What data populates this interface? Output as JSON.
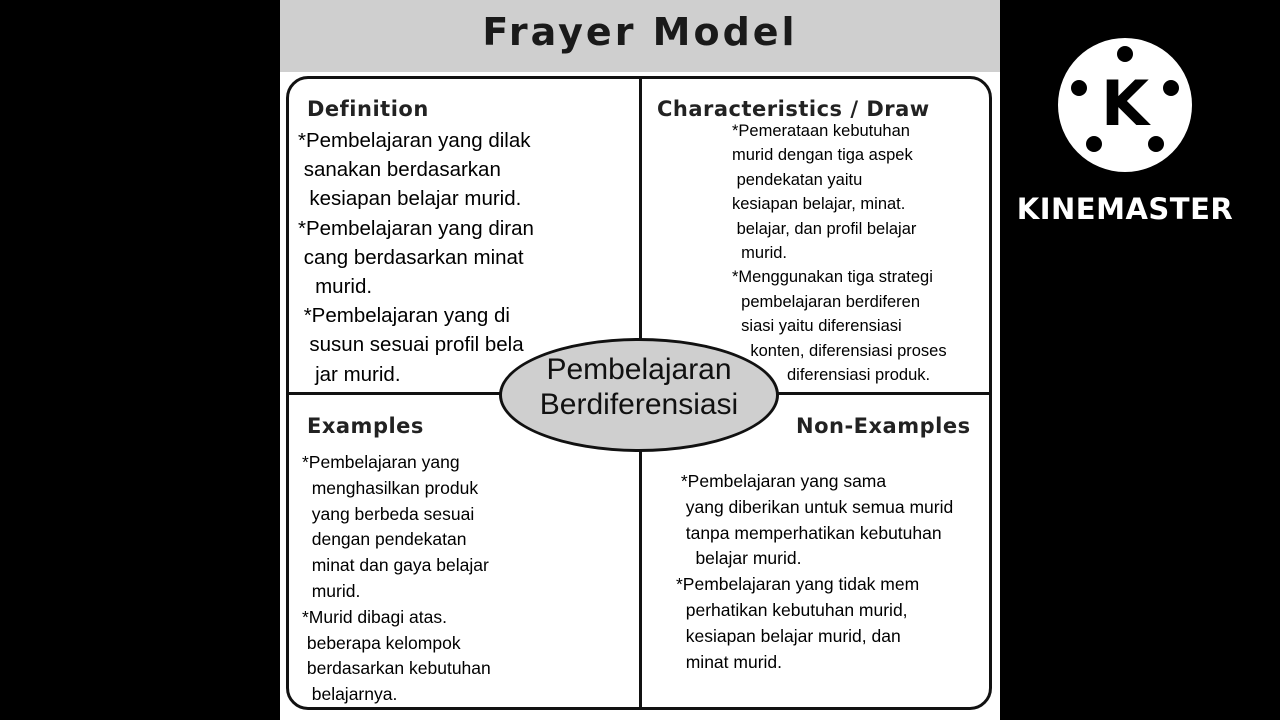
{
  "title": "Frayer Model",
  "quadrants": {
    "definition": {
      "heading": "Definition",
      "lines": [
        "*Pembelajaran yang dilak",
        " sanakan berdasarkan",
        "  kesiapan belajar murid.",
        "*Pembelajaran yang diran",
        " cang berdasarkan minat",
        "   murid.",
        " *Pembelajaran yang di",
        "  susun sesuai profil bela",
        "   jar murid."
      ]
    },
    "characteristics": {
      "heading": "Characteristics / Draw",
      "lines": [
        "*Pemerataan kebutuhan",
        "murid dengan tiga aspek",
        " pendekatan yaitu",
        "kesiapan belajar, minat.",
        " belajar, dan profil belajar",
        "  murid.",
        "*Menggunakan tiga strategi",
        "  pembelajaran berdiferen",
        "  siasi yaitu diferensiasi",
        "    konten, diferensiasi proses",
        "            diferensiasi produk."
      ]
    },
    "examples": {
      "heading": "Examples",
      "lines": [
        "*Pembelajaran yang",
        "  menghasilkan produk",
        "  yang berbeda sesuai",
        "  dengan pendekatan",
        "  minat dan gaya belajar",
        "  murid.",
        "*Murid dibagi atas.",
        " beberapa kelompok",
        " berdasarkan kebutuhan",
        "  belajarnya."
      ]
    },
    "non_examples": {
      "heading": "Non-Examples",
      "lines": [
        " *Pembelajaran yang sama",
        "  yang diberikan untuk semua murid",
        "  tanpa memperhatikan kebutuhan",
        "    belajar murid.",
        "*Pembelajaran yang tidak mem",
        "  perhatikan kebutuhan murid,",
        "  kesiapan belajar murid, dan",
        "  minat murid."
      ]
    }
  },
  "center": {
    "lines": [
      "Pembelajaran",
      "Berdiferensiasi"
    ]
  },
  "watermark": {
    "logo_letter": "K",
    "brand": "KINEMASTER"
  },
  "colors": {
    "background": "#000000",
    "title_bar": "#cfcfcf",
    "oval_fill": "#cfcfcf",
    "ink": "#111111"
  }
}
